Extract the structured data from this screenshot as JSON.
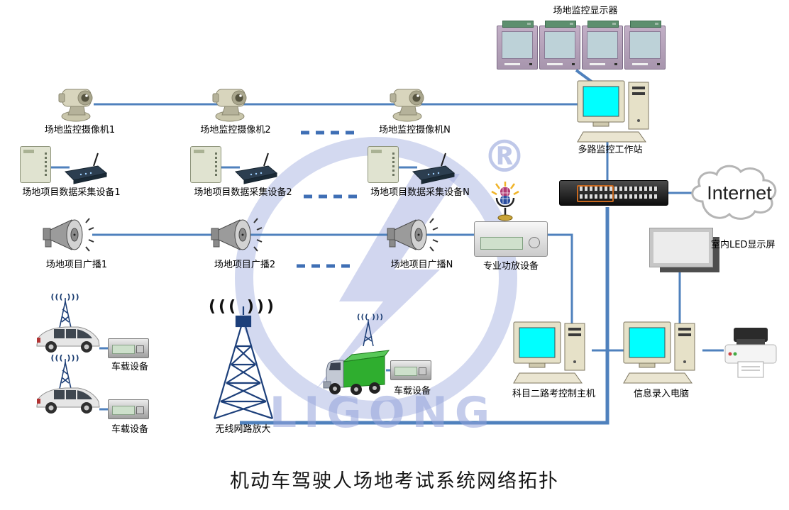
{
  "title": "机动车驾驶人场地考试系统网络拓扑",
  "watermark": {
    "text": "LIGONG",
    "registered": "®"
  },
  "icons": {
    "radio_waves": "((( )))",
    "radio_waves_small": "((·))"
  },
  "colors": {
    "line_blue": "#4f81bd",
    "dashed_blue": "#3f6fb5",
    "watermark_blue": "#94a3da",
    "screen_cyan": "#00ffff",
    "truck_green": "#2fae2f"
  },
  "nodes": {
    "monitor_wall": {
      "label": "场地监控显示器"
    },
    "camera1": {
      "label": "场地监控摄像机1"
    },
    "camera2": {
      "label": "场地监控摄像机2"
    },
    "cameraN": {
      "label": "场地监控摄像机N"
    },
    "daq1": {
      "label": "场地项目数据采集设备1"
    },
    "daq2": {
      "label": "场地项目数据采集设备2"
    },
    "daqN": {
      "label": "场地项目数据采集设备N"
    },
    "broadcast1": {
      "label": "场地项目广播1"
    },
    "broadcast2": {
      "label": "场地项目广播2"
    },
    "broadcastN": {
      "label": "场地项目广播N"
    },
    "workstation": {
      "label": "多路监控工作站"
    },
    "amplifier": {
      "label": "专业功放设备"
    },
    "internet": {
      "label": "Internet"
    },
    "led_screen": {
      "label": "室内LED显示屏"
    },
    "subject2_host": {
      "label": "科目二路考控制主机"
    },
    "info_entry_pc": {
      "label": "信息录入电脑"
    },
    "vehicle_device1": {
      "label": "车载设备"
    },
    "vehicle_device2": {
      "label": "车载设备"
    },
    "vehicle_device3": {
      "label": "车载设备"
    },
    "wireless_tower": {
      "label": "无线网路放大"
    }
  }
}
